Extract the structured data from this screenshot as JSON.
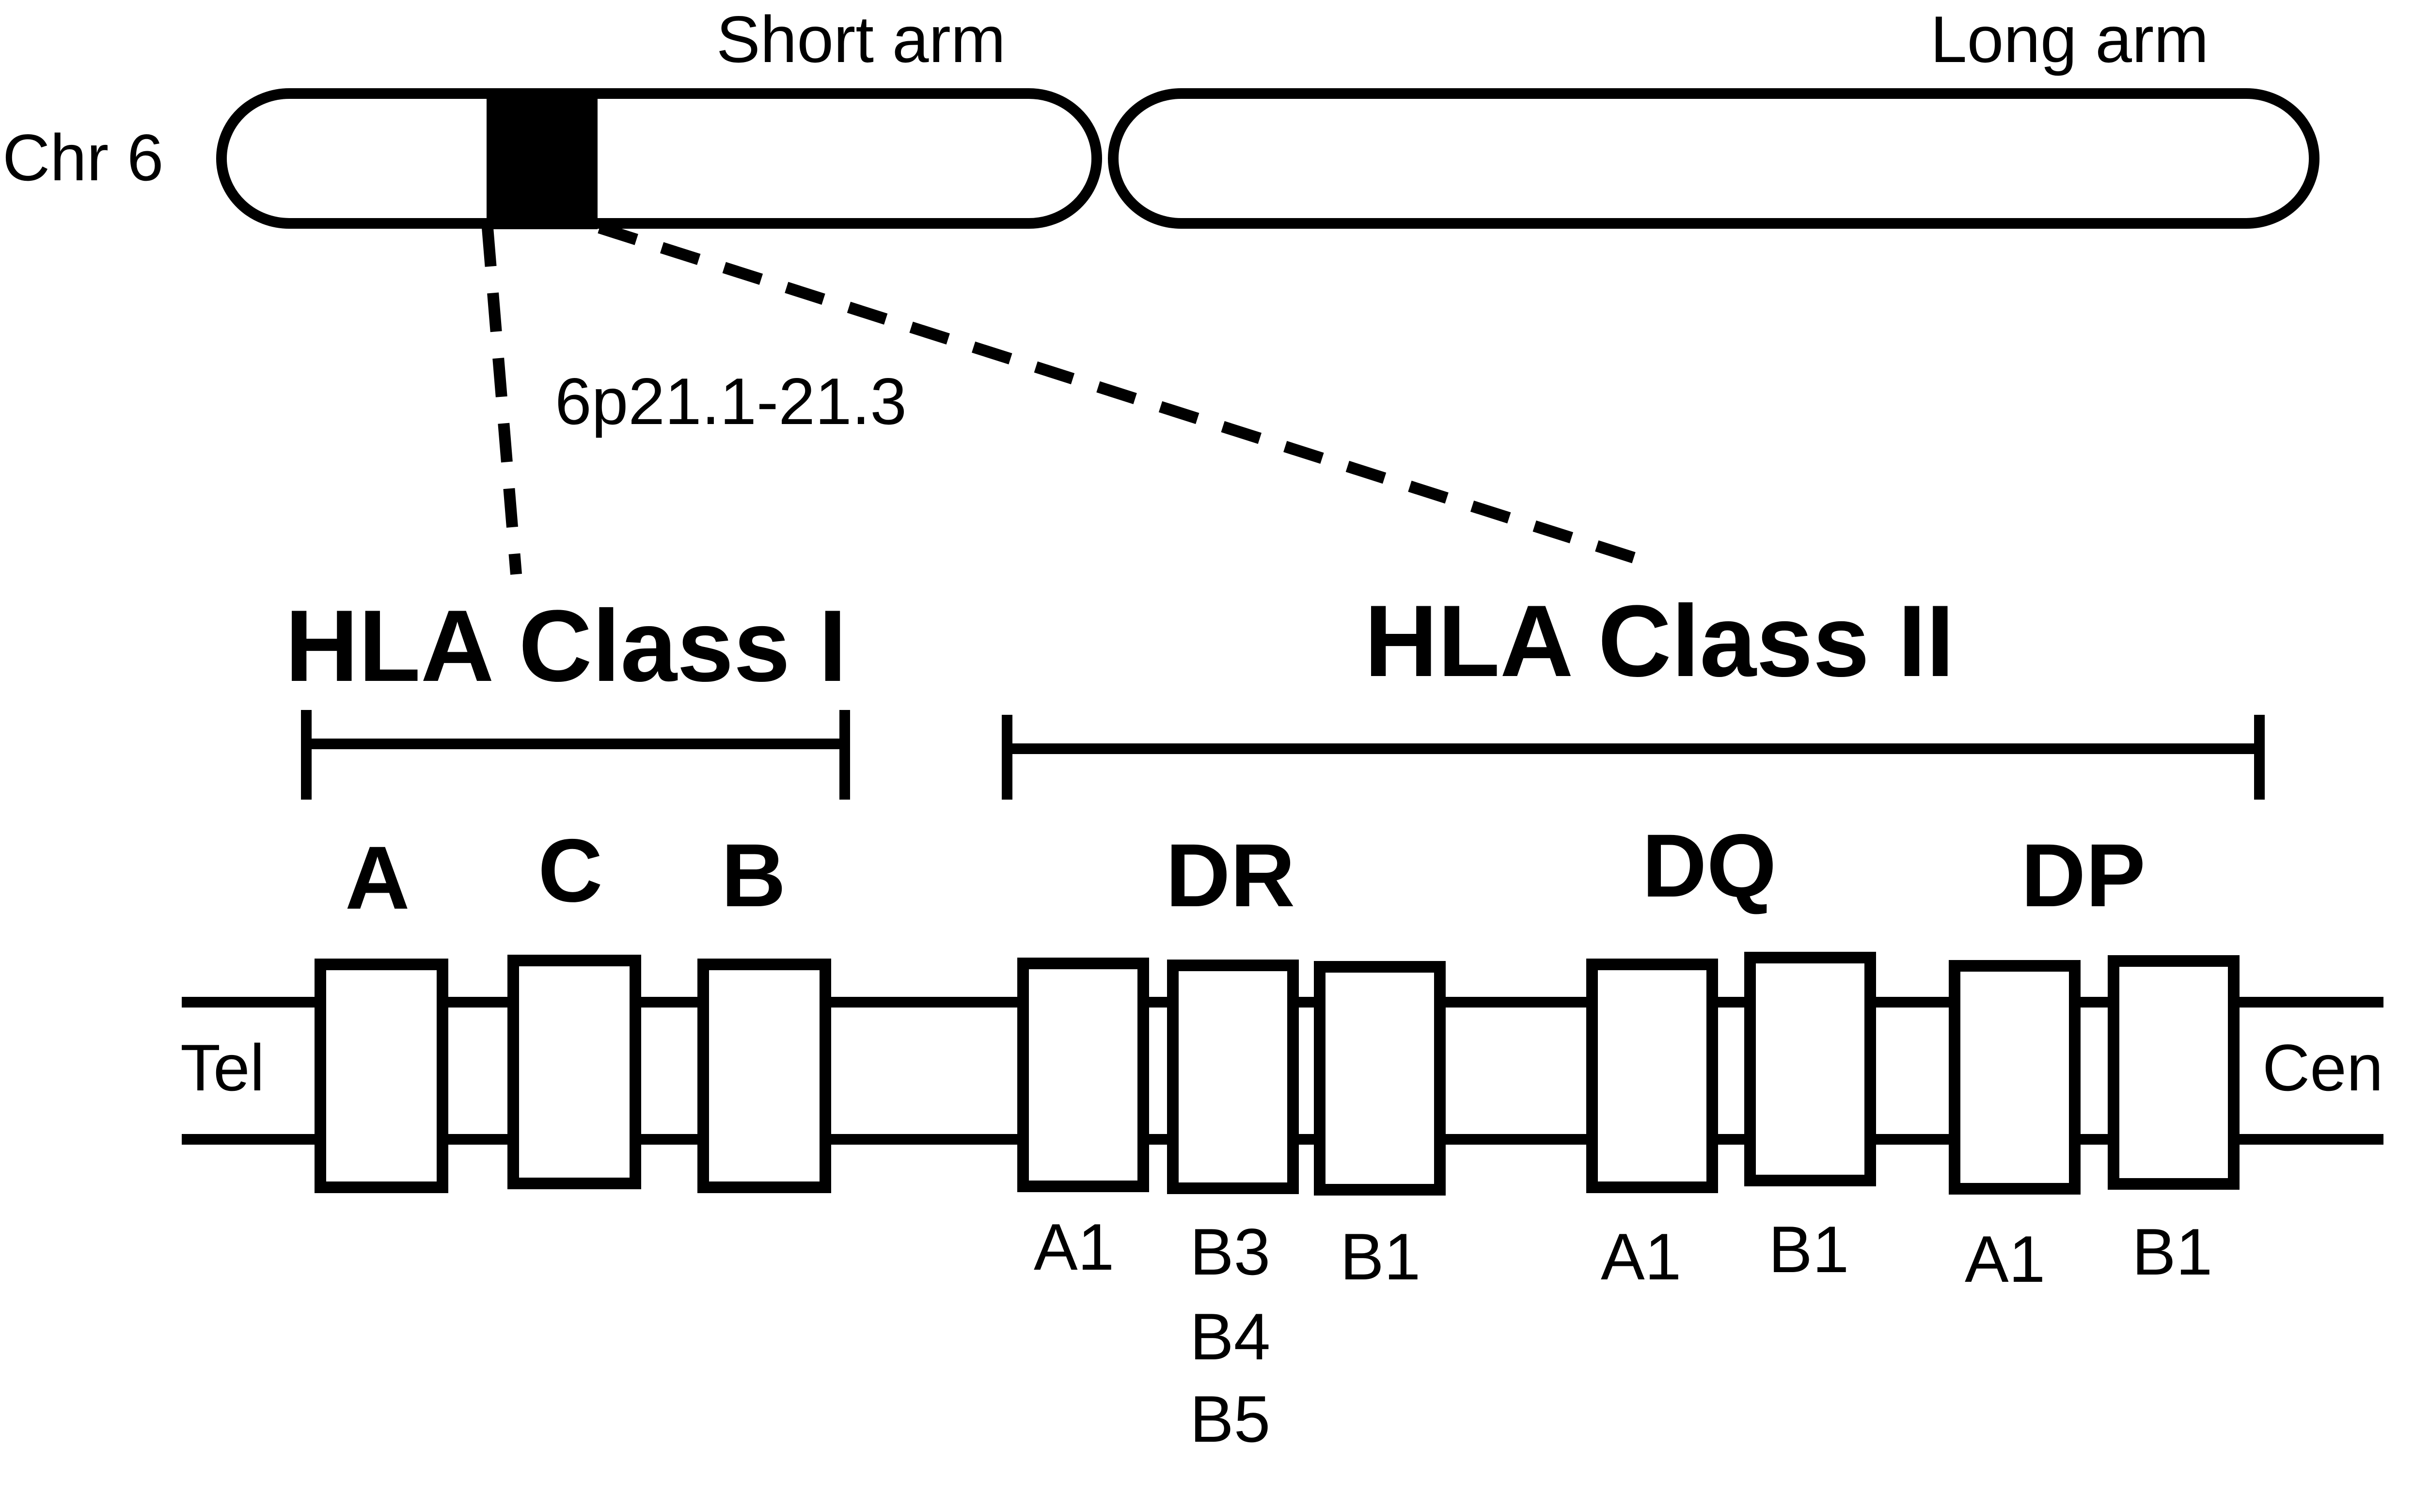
{
  "chromosome": {
    "label": "Chr 6",
    "short_arm_label": "Short arm",
    "long_arm_label": "Long arm",
    "band_label": "6p21.1-21.3"
  },
  "strand": {
    "left_label": "Tel",
    "right_label": "Cen"
  },
  "class_i": {
    "title": "HLA Class I",
    "genes": [
      {
        "name": "A",
        "sublabels": []
      },
      {
        "name": "C",
        "sublabels": []
      },
      {
        "name": "B",
        "sublabels": []
      }
    ]
  },
  "class_ii": {
    "title": "HLA Class II",
    "groups": [
      {
        "name": "DR",
        "boxes": [
          {
            "sublabels": [
              "A1"
            ]
          },
          {
            "sublabels": [
              "B3",
              "B4",
              "B5"
            ]
          },
          {
            "sublabels": [
              "B1"
            ]
          }
        ]
      },
      {
        "name": "DQ",
        "boxes": [
          {
            "sublabels": [
              "A1"
            ]
          },
          {
            "sublabels": [
              "B1"
            ]
          }
        ]
      },
      {
        "name": "DP",
        "boxes": [
          {
            "sublabels": [
              "A1"
            ]
          },
          {
            "sublabels": [
              "B1"
            ]
          }
        ]
      }
    ]
  }
}
